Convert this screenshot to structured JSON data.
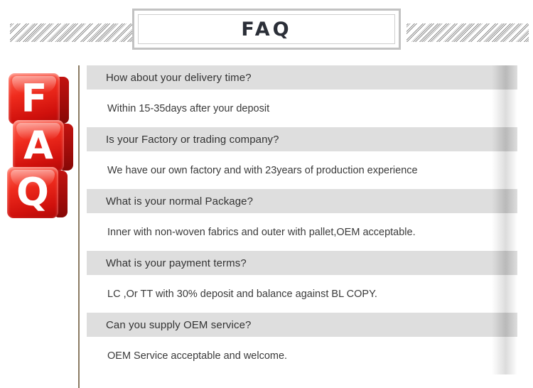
{
  "header": {
    "title": "FAQ",
    "decor_left": "diagonal-hatch-pattern",
    "decor_right": "diagonal-hatch-pattern"
  },
  "branding": {
    "cubes": [
      {
        "letter": "F"
      },
      {
        "letter": "A"
      },
      {
        "letter": "Q"
      }
    ],
    "color": "#e8231b"
  },
  "colors": {
    "question_bar": "#dedede",
    "answer_bg": "#ffffff",
    "title_text": "#2b2f38",
    "divider": "#8a7a62",
    "page_bg": "#ffffff"
  },
  "faq": {
    "items": [
      {
        "question": "How about your delivery time?",
        "answer": "Within 15-35days after your deposit"
      },
      {
        "question": "Is your Factory or trading company?",
        "answer": "We have our own factory and with 23years of production experience"
      },
      {
        "question": "What is your normal Package?",
        "answer": "Inner with non-woven fabrics and outer with pallet,OEM acceptable."
      },
      {
        "question": "What is your payment terms?",
        "answer": "LC ,Or TT with 30% deposit and balance against BL COPY."
      },
      {
        "question": "Can you supply OEM service?",
        "answer": "OEM Service acceptable and welcome."
      }
    ]
  }
}
